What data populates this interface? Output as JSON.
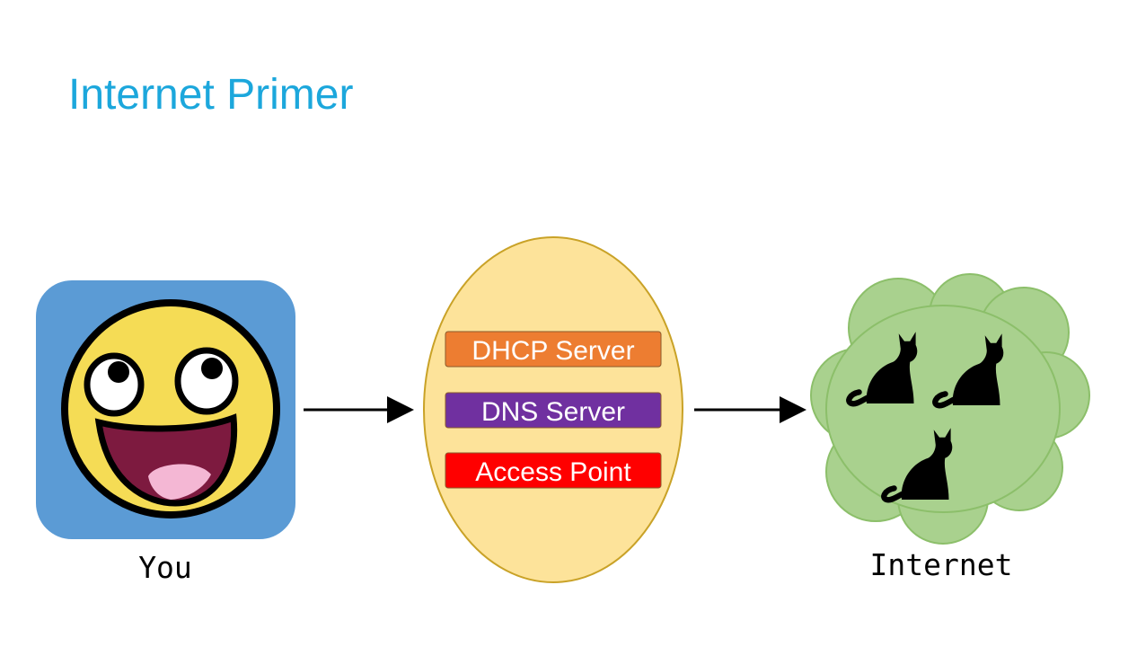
{
  "title": "Internet Primer",
  "colors": {
    "title": "#1CA7DC",
    "you_bg": "#5B9BD5",
    "smiley_face": "#F5DC55",
    "smiley_mouth": "#7D1A3F",
    "smiley_tongue": "#F4B7D4",
    "router_fill": "#FDE39A",
    "router_stroke": "#C9A227",
    "dhcp": "#ED7D31",
    "dns": "#7030A0",
    "access_point": "#FF0000",
    "cloud_fill": "#A9D18E",
    "cloud_stroke": "#8CBF6A",
    "cat": "#000000"
  },
  "nodes": {
    "you": {
      "label": "You",
      "icon": "smiley-face-icon"
    },
    "router": {
      "items": [
        {
          "label": "DHCP Server",
          "color_key": "dhcp"
        },
        {
          "label": "DNS Server",
          "color_key": "dns"
        },
        {
          "label": "Access Point",
          "color_key": "access_point"
        }
      ]
    },
    "internet": {
      "label": "Internet",
      "icon": "cloud-icon",
      "cat_icon": "cat-icon"
    }
  }
}
